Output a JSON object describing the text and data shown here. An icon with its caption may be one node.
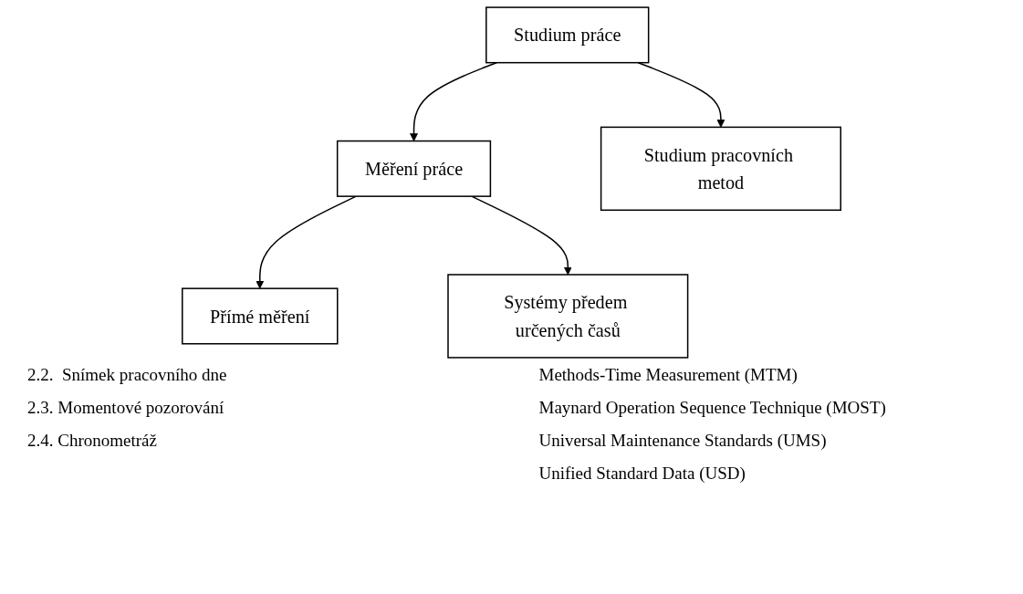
{
  "diagram": {
    "nodes": [
      {
        "text": [
          "Studium práce"
        ]
      },
      {
        "text": [
          "Měření práce"
        ]
      },
      {
        "text": [
          "Studium pracovních metod"
        ]
      },
      {
        "text": [
          "Přímé měření"
        ]
      },
      {
        "text": [
          "Systémy předem určených časů"
        ]
      }
    ],
    "edges": [
      {
        "from": 0,
        "to": 1,
        "arrow": "to"
      },
      {
        "from": 0,
        "to": 2,
        "arrow": "to"
      },
      {
        "from": 1,
        "to": 3,
        "arrow": "to"
      },
      {
        "from": 1,
        "to": 4,
        "arrow": "to"
      }
    ],
    "labels": [
      "2.2.  Snímek pracovního dne",
      "Methods-Time Measurement (MTM)",
      "2.3. Momentové pozorování",
      "Maynard Operation Sequence Technique (MOST)",
      "2.4. Chronometráž",
      "Universal Maintenance Standards (UMS)",
      "Unified Standard Data (USD)"
    ]
  }
}
